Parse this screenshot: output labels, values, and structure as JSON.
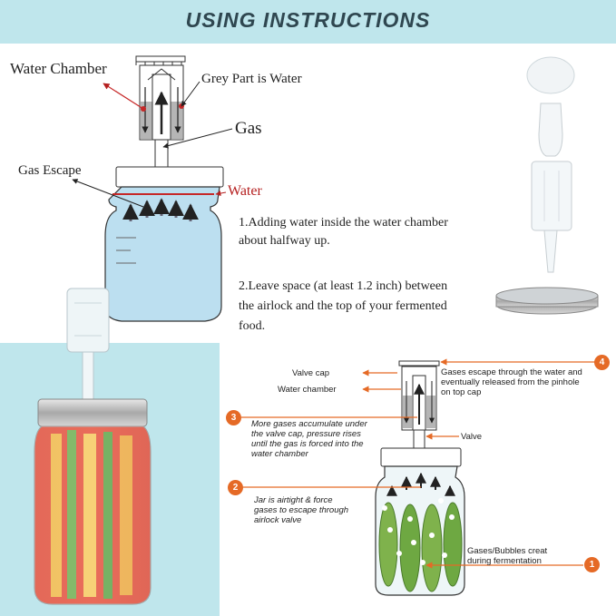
{
  "banner": {
    "title": "USING INSTRUCTIONS",
    "background": "#bfe6ec"
  },
  "top_diagram": {
    "water_chamber": "Water Chamber",
    "grey_part": "Grey Part is Water",
    "gas": "Gas",
    "gas_escape": "Gas Escape",
    "water": "Water"
  },
  "steps": {
    "step1_line1": "1.Adding water inside the water chamber",
    "step1_line2": "about halfway up.",
    "step2_line1": "2.Leave space (at least 1.2 inch) between",
    "step2_line2": "the airlock and the top of your fermented",
    "step2_line3": "food."
  },
  "bottom_diagram": {
    "valve_cap": "Valve cap",
    "water_chamber": "Water chamber",
    "gases_escape_line1": "Gases escape through the water and",
    "gases_escape_line2": "eventually released from the pinhole",
    "gases_escape_line3": "on top cap",
    "more_gases_line1": "More gases accumulate under",
    "more_gases_line2": "the valve cap, pressure rises",
    "more_gases_line3": "until the gas is forced into the",
    "more_gases_line4": "water chamber",
    "valve": "Valve",
    "airtight_line1": "Jar is airtight & force",
    "airtight_line2": "gases to escape through",
    "airtight_line3": "airlock valve",
    "bubbles_line1": "Gases/Bubbles creat",
    "bubbles_line2": "during fermentation",
    "numbers": [
      "1",
      "2",
      "3",
      "4"
    ]
  },
  "colors": {
    "accent": "#e56a26",
    "water_label": "#b52020",
    "jar_fill": "#bcdff0"
  }
}
